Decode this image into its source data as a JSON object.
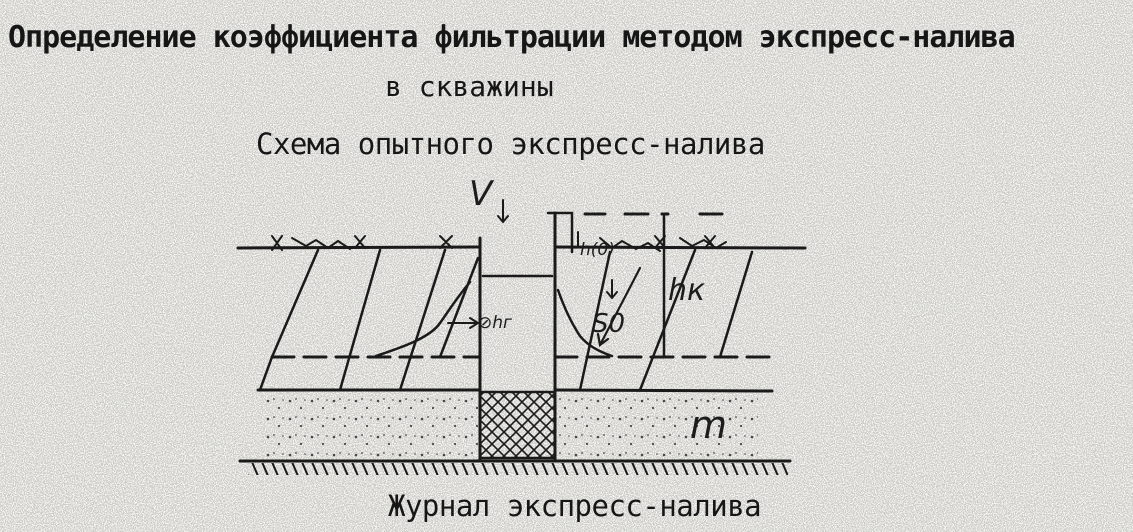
{
  "document": {
    "title_line1": "Определение коэффициента фильтрации методом экспресс-налива",
    "title_line2": "в скважины",
    "scheme_title": "Схема опытного экспресс-налива",
    "journal_title": "Журнал экспресс-налива"
  },
  "diagram": {
    "label_v": "V",
    "label_h0": "h(0)",
    "label_hk": "hк",
    "label_s0": "S0",
    "label_m": "m",
    "label_dh": "⊘hг"
  }
}
